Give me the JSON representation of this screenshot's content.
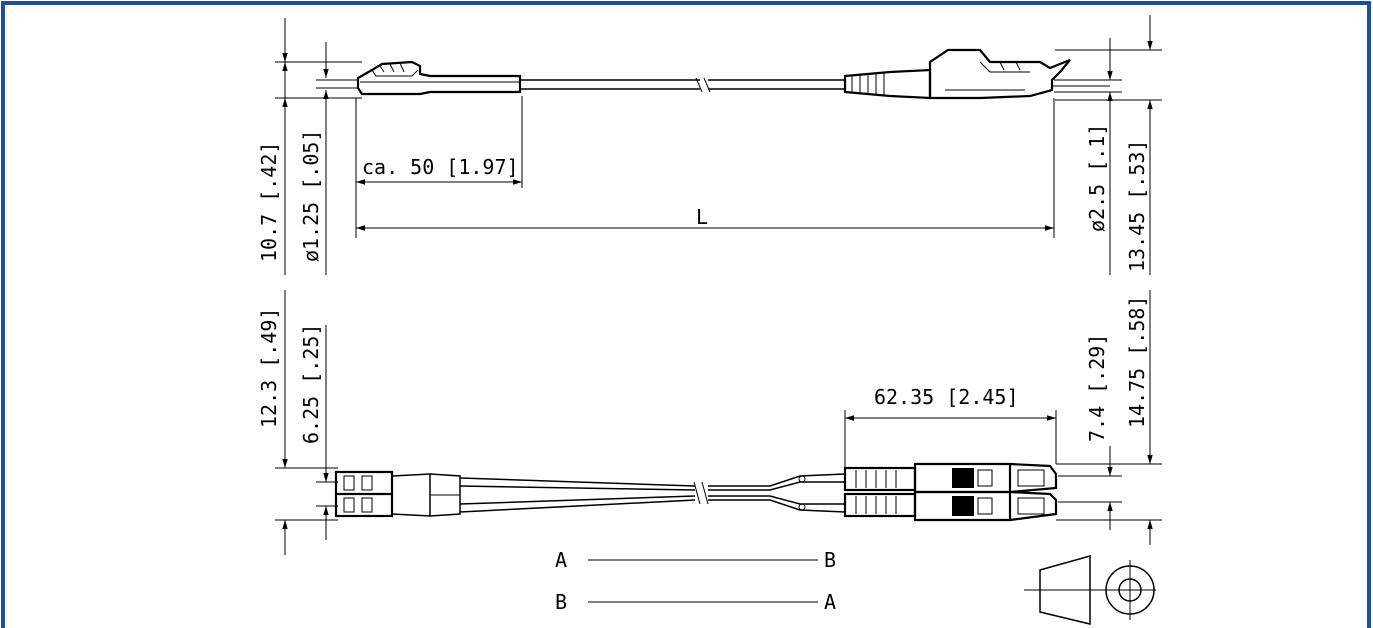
{
  "frame_color": "#1e4ea0",
  "top_view": {
    "dim_left_outer": "10.7 [.42]",
    "dim_left_inner": "ø1.25 [.05]",
    "dim_pigtail": "ca. 50 [1.97]",
    "dim_length": "L",
    "dim_right_inner": "ø2.5 [.1]",
    "dim_right_outer": "13.45 [.53]"
  },
  "bottom_view": {
    "dim_left_outer": "12.3 [.49]",
    "dim_left_inner": "6.25 [.25]",
    "dim_connector": "62.35 [2.45]",
    "dim_right_inner": "7.4 [.29]",
    "dim_right_outer": "14.75 [.58]"
  },
  "polarity": [
    {
      "left": "A",
      "right": "B"
    },
    {
      "left": "B",
      "right": "A"
    }
  ],
  "projection_symbol": "third-angle-projection-icon"
}
